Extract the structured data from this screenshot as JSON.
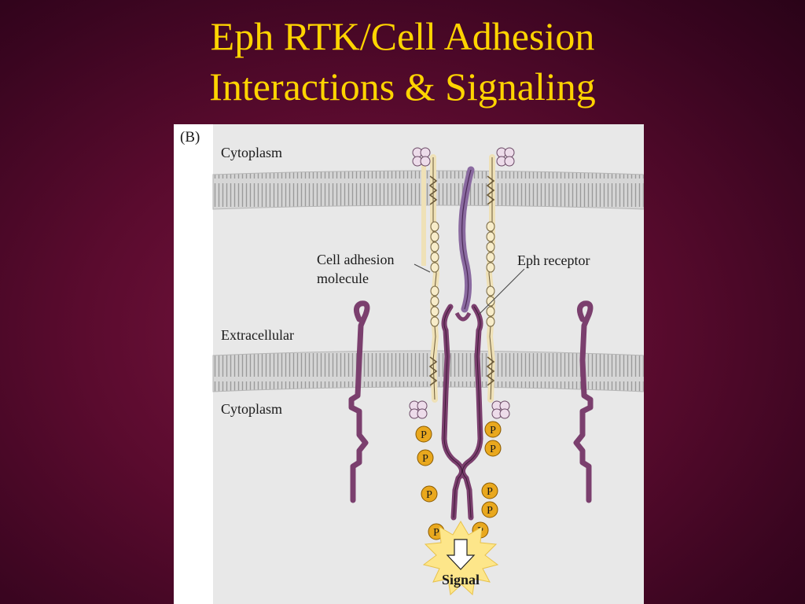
{
  "slide": {
    "title_line1": "Eph RTK/Cell Adhesion",
    "title_line2": "Interactions & Signaling"
  },
  "figure": {
    "panel_label": "(B)",
    "labels": {
      "cytoplasm_top": "Cytoplasm",
      "cell_adhesion_line1": "Cell adhesion",
      "cell_adhesion_line2": "molecule",
      "eph_receptor": "Eph receptor",
      "extracellular": "Extracellular",
      "cytoplasm_bottom": "Cytoplasm",
      "signal": "Signal"
    },
    "phospho_label": "P",
    "colors": {
      "title": "#ffd400",
      "membrane": "#c8c8c8",
      "eph_receptor": "#7b3f6e",
      "adhesion_molecule": "#f2e3b8",
      "phosphate": "#e9a81e",
      "signal_burst": "#fde68a"
    }
  }
}
